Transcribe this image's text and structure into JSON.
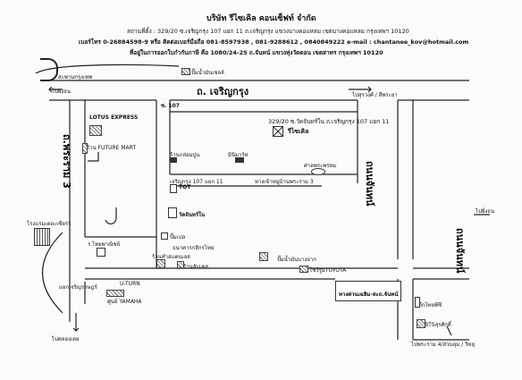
{
  "header": {
    "company": "บริษัท รีไซเคิล คอนเซ็ฟท์ จำกัด",
    "address": "สถานที่ตั้ง :  329/20 ซ.เจริญกรุง 107 แยก 11 ถ.เจริญกรุง แขวงบางคอแหลม เขตบางคอแหลม กรุงเทพฯ 10120",
    "phone": "เบอร์โทร  0-26884598-9 หรือ ติดต่อเบอร์มือถือ  081-8597938 , 081-9288612 , 0840849222 e-mail : chantanee_kov@hotmail.com",
    "billing": "ที่อยู่ในการออกใบกำกับภาษี  คือ 1080/24-25 ถ.จันทน์ แขวงทุ่งวัดดอน เขตสาทร กรุงเทพฯ 10120"
  },
  "roads": {
    "charoenkrung": "ถ. เจริญกรุง",
    "rama3": "ถ.พระราม 3",
    "chan1": "ถนนจันทน์",
    "chan2": "ถนนจันทน์",
    "soi107": "ซ. 107",
    "soi11": "เจริญกรุง 107 แยก 11",
    "to_wat": "ทางเข้าหมู่บ้านพระราม 3",
    "toll": "ทางด่วนเฉลิม-สะถ.จันทน์"
  },
  "directions": {
    "to_fangthon_top": "ไปฝั่งธน",
    "to_sathupradit": "ไปสุรวงศ์ / สี่พระยา",
    "to_fangthon_right": "ไปฝั่งธน",
    "to_khlongtoei": "ไปคลองเตย",
    "to_rama4": "ไปพระราม 4/สวนลุม / วิทยุ",
    "uturn": "U-TURN",
    "krungthep_bridge": "สะพานกรุงเทพ"
  },
  "places": {
    "gas_top": "ปั๊มน้ำมันเชลล์",
    "lotus": "LOTUS EXPRESS",
    "future_mart": "ร้าน FUTURE MART",
    "shop1": "ร้านกล่อมปูน",
    "shop2": "มินิมาร์ท",
    "pavilion": "ศาลพระพรหม",
    "recycle_addr": "329/20 ซ.วัดจันทร์ใน ถ.เจริญกรุง 107 แยก 11",
    "recycle_name": "รีไซเคิล",
    "tot": "TOT",
    "wat": "วัดจันทร์ใน",
    "hotel": "โรงแรมเดอะเซียร่า",
    "hospital": "ร.ไทยพาณิชย์",
    "bank1": "ปั๊มเปล",
    "bank2": "ธนาคารกสิกรไทย",
    "shop3": "ร้านทำสแตนเลส",
    "shop4": "ร้านลับเคส",
    "gas_mid": "ปั๊มน้ำมันบางจาก",
    "toyota": "โชว์รูมTOYOTA",
    "yamaha": "ศูนย์ YAMAHA",
    "charoenkrung_soi": "แยกเจริญราษฎร์",
    "bank3": "ตึกไทยพีซี",
    "bts": "BTSสุรศักดิ์"
  },
  "icons": {
    "compass": "compass-icon",
    "recycle_marker": "recycle-marker-icon"
  }
}
